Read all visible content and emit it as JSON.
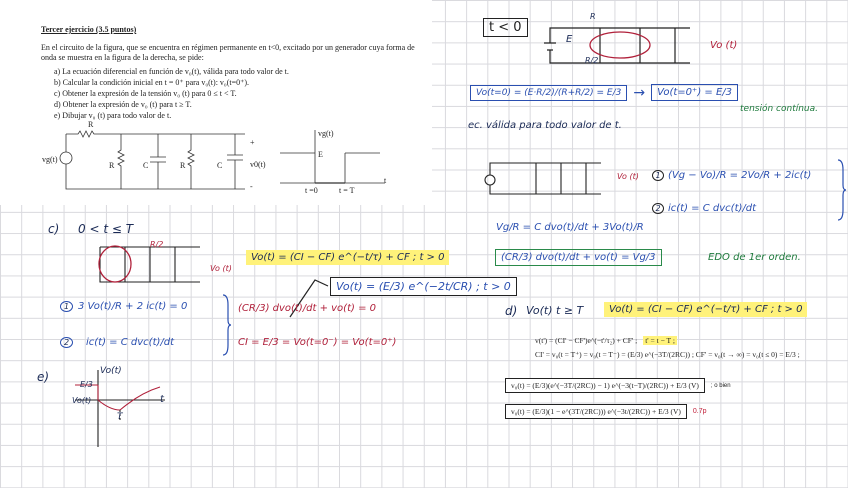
{
  "problem": {
    "title": "Tercer ejercicio (3.5 puntos)",
    "intro": "En el circuito de la figura, que se encuentra en régimen permanente en t<0, excitado por un generador cuya forma de onda se muestra en la figura de la derecha, se pide:",
    "items": [
      "a)  La ecuación diferencial en función de v₀(t), válida para todo valor de t.",
      "b)  Calcular la condición inicial en t = 0⁺ para v₀(t): v₀(t=0⁺).",
      "c)  Obtener la expresión de la tensión v₀ (t) para 0 ≤ t < T.",
      "d)  Obtener la expresión de v₀ (t) para t ≥ T.",
      "e)  Dibujar v₀ (t) para todo valor de t."
    ],
    "circuit_labels": {
      "r_series": "R",
      "source": "vg(t)",
      "r1": "R",
      "c1": "C",
      "r2": "R",
      "c2": "C",
      "plus": "+",
      "minus": "-",
      "vo": "v0(t)"
    },
    "waveform_labels": {
      "y": "vg(t)",
      "e": "E",
      "t": "t",
      "t0": "t =0",
      "tT": "t = T"
    }
  },
  "notes": {
    "t_lt_0": "t < 0",
    "r_top": "R",
    "r_half": "R/2",
    "e_label": "E",
    "vo_label": "Vo (t)",
    "vo0_eq": "Vo(t=0) = (E·R/2)/(R+R/2) = E/3",
    "vo0plus_eq": "Vo(t=0⁺) = E/3",
    "tension_cont": "tensión contínua.",
    "valid_all_t": "ec. válida para todo valor de t.",
    "eq1": "(Vg − Vo)/R = 2Vo/R + 2ic(t)",
    "eq2": "ic(t) = C dvc(t)/dt",
    "eq3": "Vg/R = C dvo(t)/dt + 3Vo(t)/R",
    "eq4": "(CR/3) dvo(t)/dt + vo(t) = Vg/3",
    "eq4_note": "EDO de 1er orden.",
    "c_label": "c)",
    "c_range": "0 < t ≤ T",
    "c_eq1": "3 Vo(t)/R + 2 ic(t) = 0",
    "c_eq2": "ic(t) = C dvc(t)/dt",
    "c_eq3": "(CR/3) dvo(t)/dt + vo(t) = 0",
    "c_ci": "CI = E/3 = Vo(t=0⁻) = Vo(t=0⁺)",
    "c_sol_general": "Vo(t) = (CI − CF) e^(−t/τ) + CF ; t > 0",
    "c_sol": "Vo(t) = (E/3) e^(−2t/CR) ; t > 0",
    "d_label": "d)",
    "d_range": "Vo(t) t ≥ T",
    "d_sol_general": "Vo(t) = (CI − CF) e^(−t/τ) + CF ; t > 0",
    "e_label2": "e)",
    "graph_y": "Vo(t)",
    "graph_e3": "E/3",
    "graph_vo": "Vo(t)",
    "graph_t": "t",
    "graph_T": "T",
    "circled_1": "1",
    "circled_2": "2"
  },
  "solution_d": {
    "line1": "v(t') = (CI' − CF')e^(−t'/τ₂) + CF' ;",
    "line1_hl": "t' = t − T ;",
    "line2": "CI' = v₀(t = T⁺) = v₀(t = T⁻) = (E/3) e^(−3T/(2RC)) ; CF' = v₀(t → ∞) = v₀(t ≤ 0) = E/3 ;",
    "box1": "v₀(t) = (E/3)(e^(−3T/(2RC)) − 1) e^(−3(t−T)/(2RC)) + E/3 (V)",
    "box1_suffix": "; o bien",
    "box2": "v₀(t) = (E/3)(1 − e^(3T/(2RC))) e^(−3t/(2RC)) + E/3 (V)",
    "score": "0.7p"
  },
  "colors": {
    "highlight": "#fff27a",
    "green": "#2a8a4a",
    "blue": "#2a4fb0",
    "red": "#b0203a",
    "grid": "#d9d9de"
  }
}
